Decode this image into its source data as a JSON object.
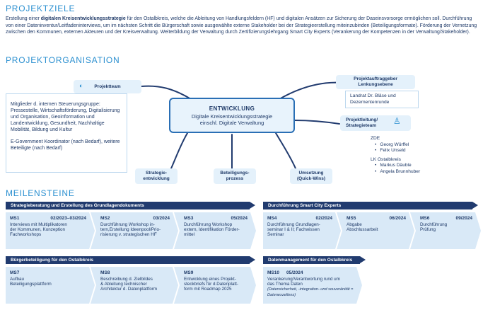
{
  "projektziele": {
    "heading": "PROJEKTZIELE",
    "text_pre": "Erstellung einer ",
    "text_bold": "digitalen Kreisentwicklungsstrategie",
    "text_post": " für den Ostalbkreis, welche die Ableitung von Handlungsfeldern (HF) und digitalen Ansätzen zur Sicherung der Daseinsvorsorge ermöglichen soll. Durchführung von einer Dateninventur/Leitfadeninterviews, um im nächsten Schritt die Bürgerschaft sowie ausgewählte externe Stakeholder bei der Strategieerstellung miteinzubinden (Beteiligungsformate). Förderung der Vernetzung zwischen den Kommunen, externen Akteuren und der Kreisverwaltung. Weiterbildung der Verwaltung durch Zertifizierungslehrgang Smart City Experts (Verankerung der Kompetenzen in der Verwaltung/Stakeholder)."
  },
  "organisation": {
    "heading": "PROJEKTORGANISATION",
    "center": {
      "title": "ENTWICKLUNG",
      "line1": "Digitale Kreisentwicklungsstrategie",
      "line2": "einschl. Digitale Verwaltung"
    },
    "projektteam": {
      "label": "Projektteam",
      "members_intro": "Mitglieder d. internen Steuerungsgruppe:",
      "members": "Pressestelle, Wirtschaftsförderung, Digitalisierung und Organisation, Geoinformation und Landentwicklung, Gesundheit, Nachhaltige Mobilität, Bildung und Kultur",
      "extra": "E-Government Koordinator (nach Bedarf), weitere Beteiligte (nach Bedarf)"
    },
    "lenkung": {
      "label_line1": "Projektauftraggeber",
      "label_line2": "Lenkungsebene",
      "text_line1": "Landrat Dr. Bläse und",
      "text_line2": "Dezernentenrunde"
    },
    "projektleitung": {
      "label_line1": "Projektleitung/",
      "label_line2": "Strategieteam",
      "group1": "ZDE",
      "group1_members": [
        "Georg Würffel",
        "Felix Unseld"
      ],
      "group2": "LK Ostalbkreis",
      "group2_members": [
        "Markus Däuble",
        "Angela Brunnhuber"
      ]
    },
    "bottom": [
      {
        "line1": "Strategie-",
        "line2": "entwicklung"
      },
      {
        "line1": "Beteiligungs-",
        "line2": "prozess"
      },
      {
        "line1": "Umsetzung",
        "line2": "(Quick-Wins)"
      }
    ],
    "icons": {
      "team": "chat-bubbles-icon",
      "leitung": "group-lightbulb-icon"
    }
  },
  "meilensteine": {
    "heading": "MEILENSTEINE",
    "bars": [
      "Strategieberatung und Erstellung des Grundlagendokuments",
      "Durchführung Smart City Experts",
      "Bürgerbeteiligung für den Ostalbkreis",
      "Datenmanagement für den Ostalbkreis"
    ],
    "row1": [
      {
        "id": "MS1",
        "date": "02/2023–03/2024",
        "lines": [
          "Interviews mit Multiplikatoren",
          "der Kommunen, Konzeption",
          "Fachworkshops"
        ]
      },
      {
        "id": "MS2",
        "date": "03/2024",
        "lines": [
          "Durchführung Workshop in-",
          "tern,Erstellung Ideenpool/Prio-",
          "risierung v. strategischen HF"
        ]
      },
      {
        "id": "MS3",
        "date": "05/2024",
        "lines": [
          "Durchführung Workshop",
          "extern, Identifikation Förder-",
          "mittel"
        ]
      },
      {
        "id": "MS4",
        "date": "02/2024",
        "lines": [
          "Durchführung Grundlagen-",
          "seminar I & II; Fachwissen",
          "Seminar"
        ]
      },
      {
        "id": "MS5",
        "date": "06/2024",
        "lines": [
          "Abgabe",
          "Abschlussarbeit"
        ]
      },
      {
        "id": "MS6",
        "date": "09/2024",
        "lines": [
          "Durchführung",
          "Prüfung"
        ]
      }
    ],
    "row2": [
      {
        "id": "MS7",
        "date": "",
        "lines": [
          "Aufbau",
          "Beteiligungsplattform"
        ]
      },
      {
        "id": "MS8",
        "date": "",
        "lines": [
          "Beschreibung d. Zielbildes",
          "& Ableitung technischer",
          "Architektur d. Datenplattform"
        ]
      },
      {
        "id": "MS9",
        "date": "",
        "lines": [
          "Entwicklung eines Projekt-",
          "steckbriefs für d.Datenplatt-",
          "form mit Roadmap 2025"
        ]
      },
      {
        "id": "MS10",
        "date": "05/2024",
        "lines": [
          "Verankerung/Verantwortung rund um",
          "das Thema Daten"
        ],
        "note": "(Datensicherheit, -integration- und souveränität = Datenexzellenz)"
      }
    ]
  },
  "colors": {
    "accent": "#2a8fd0",
    "navy": "#213b6f",
    "light": "#d9e9f7"
  }
}
